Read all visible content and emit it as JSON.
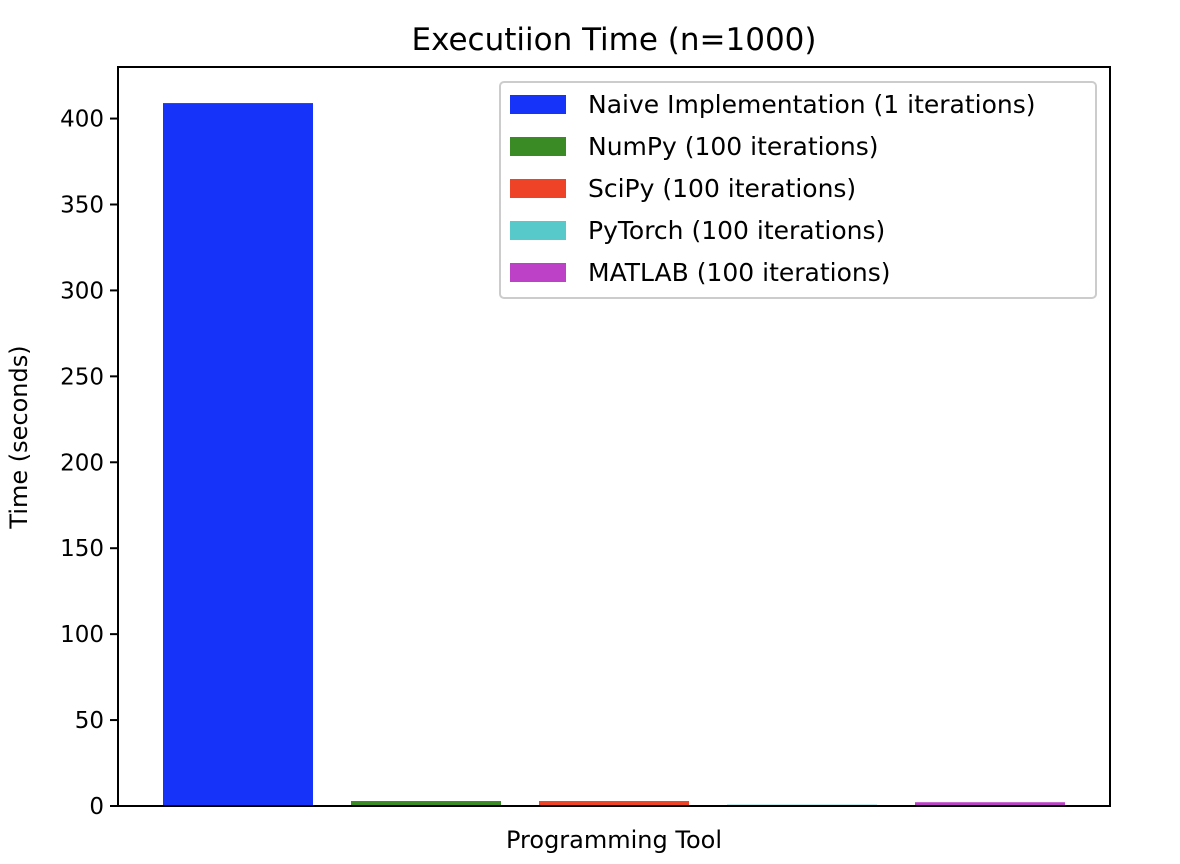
{
  "chart_data": {
    "type": "bar",
    "title": "Executiion Time (n=1000)",
    "xlabel": "Programming Tool",
    "ylabel": "Time (seconds)",
    "ylim": [
      0,
      430
    ],
    "yticks": [
      0,
      50,
      100,
      150,
      200,
      250,
      300,
      350,
      400
    ],
    "legend_position": "top-right",
    "grid": false,
    "series": [
      {
        "name": "Naive Implementation (1 iterations)",
        "value": 409,
        "color": "#1633fa"
      },
      {
        "name": "NumPy (100 iterations)",
        "value": 2.9,
        "color": "#3a8b26"
      },
      {
        "name": "SciPy (100 iterations)",
        "value": 2.9,
        "color": "#ee4326"
      },
      {
        "name": "PyTorch (100 iterations)",
        "value": 0.8,
        "color": "#57c9cb"
      },
      {
        "name": "MATLAB (100 iterations)",
        "value": 2.2,
        "color": "#bd41c7"
      }
    ]
  }
}
